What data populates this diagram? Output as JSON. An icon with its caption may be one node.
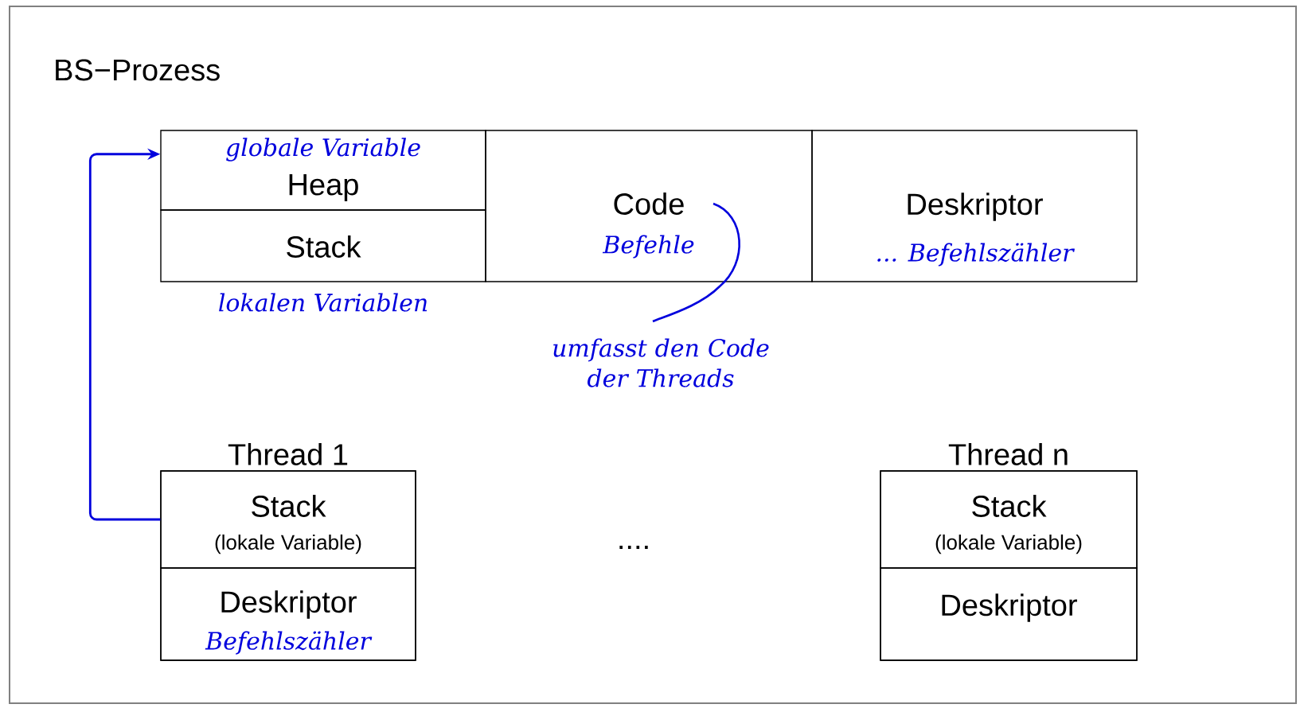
{
  "diagram": {
    "nodes": [
      {
        "text": [
          "BS−Prozess"
        ]
      },
      {
        "text": [
          "globale Variable",
          "Heap"
        ],
        "in": 0
      },
      {
        "text": [
          "Stack"
        ],
        "in": 0,
        "beside": [
          "lokalen Variablen"
        ]
      },
      {
        "text": [
          "Code",
          "Befehle"
        ],
        "in": 0
      },
      {
        "text": [
          "Deskriptor",
          "... Befehlszähler"
        ],
        "in": 0
      },
      {
        "text": [
          "Thread 1"
        ],
        "in": 0
      },
      {
        "text": [
          "Stack",
          "(lokale Variable)"
        ],
        "in": 5
      },
      {
        "text": [
          "Deskriptor",
          "Befehlszähler"
        ],
        "in": 5
      },
      {
        "text": [
          "Thread n"
        ],
        "in": 0
      },
      {
        "text": [
          "Stack",
          "(lokale Variable)"
        ],
        "in": 8
      },
      {
        "text": [
          "Deskriptor"
        ],
        "in": 8
      }
    ],
    "edges": [
      {
        "from": 6,
        "to": 1,
        "arrow": "to",
        "color": "#0000dd"
      }
    ],
    "labels": [
      "....",
      "umfasst den Code der Threads"
    ]
  }
}
